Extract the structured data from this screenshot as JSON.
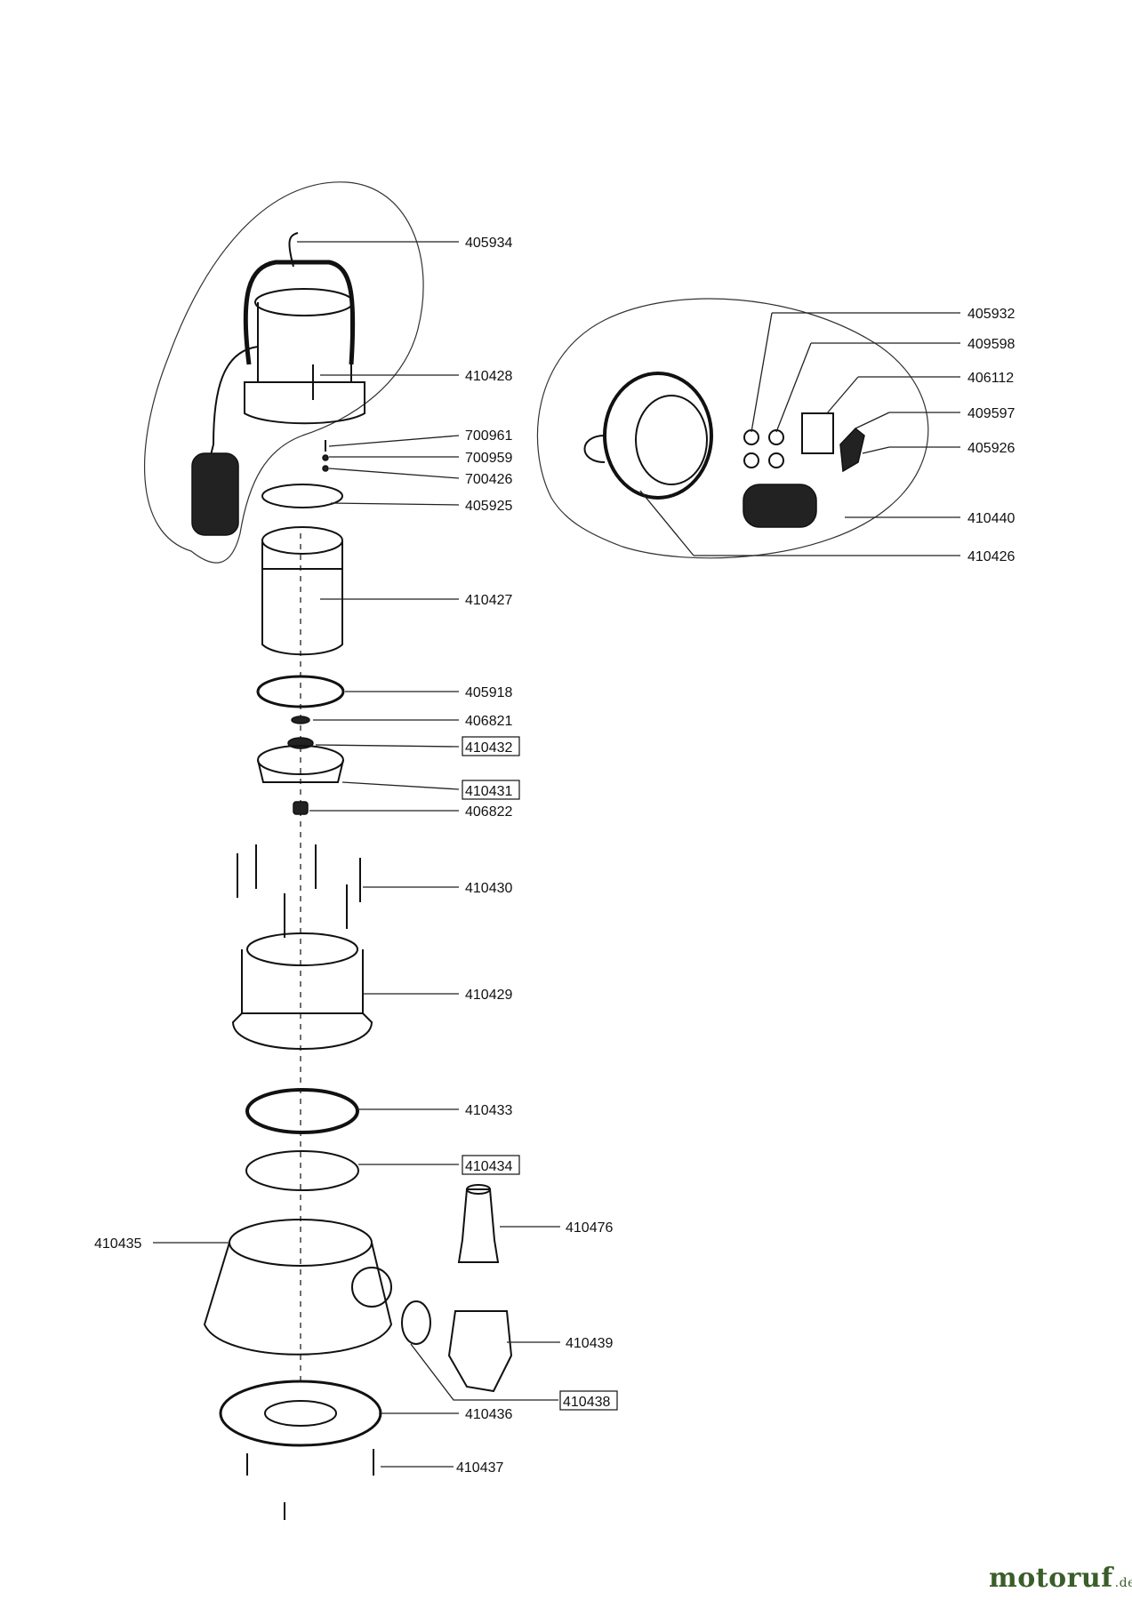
{
  "watermark": {
    "text": "motoruf",
    "suffix": ".de"
  },
  "labels": {
    "p405934": "405934",
    "p410428": "410428",
    "p700961": "700961",
    "p700959": "700959",
    "p700426": "700426",
    "p405925": "405925",
    "p410427": "410427",
    "p405918": "405918",
    "p406821": "406821",
    "p410432": "410432",
    "p410431": "410431",
    "p406822": "406822",
    "p410430": "410430",
    "p410429": "410429",
    "p410433": "410433",
    "p410434": "410434",
    "p410476": "410476",
    "p410435": "410435",
    "p410439": "410439",
    "p410438": "410438",
    "p410436": "410436",
    "p410437": "410437",
    "p405932": "405932",
    "p409598": "409598",
    "p406112": "406112",
    "p409597": "409597",
    "p405926": "405926",
    "p410440": "410440",
    "p410426": "410426"
  }
}
